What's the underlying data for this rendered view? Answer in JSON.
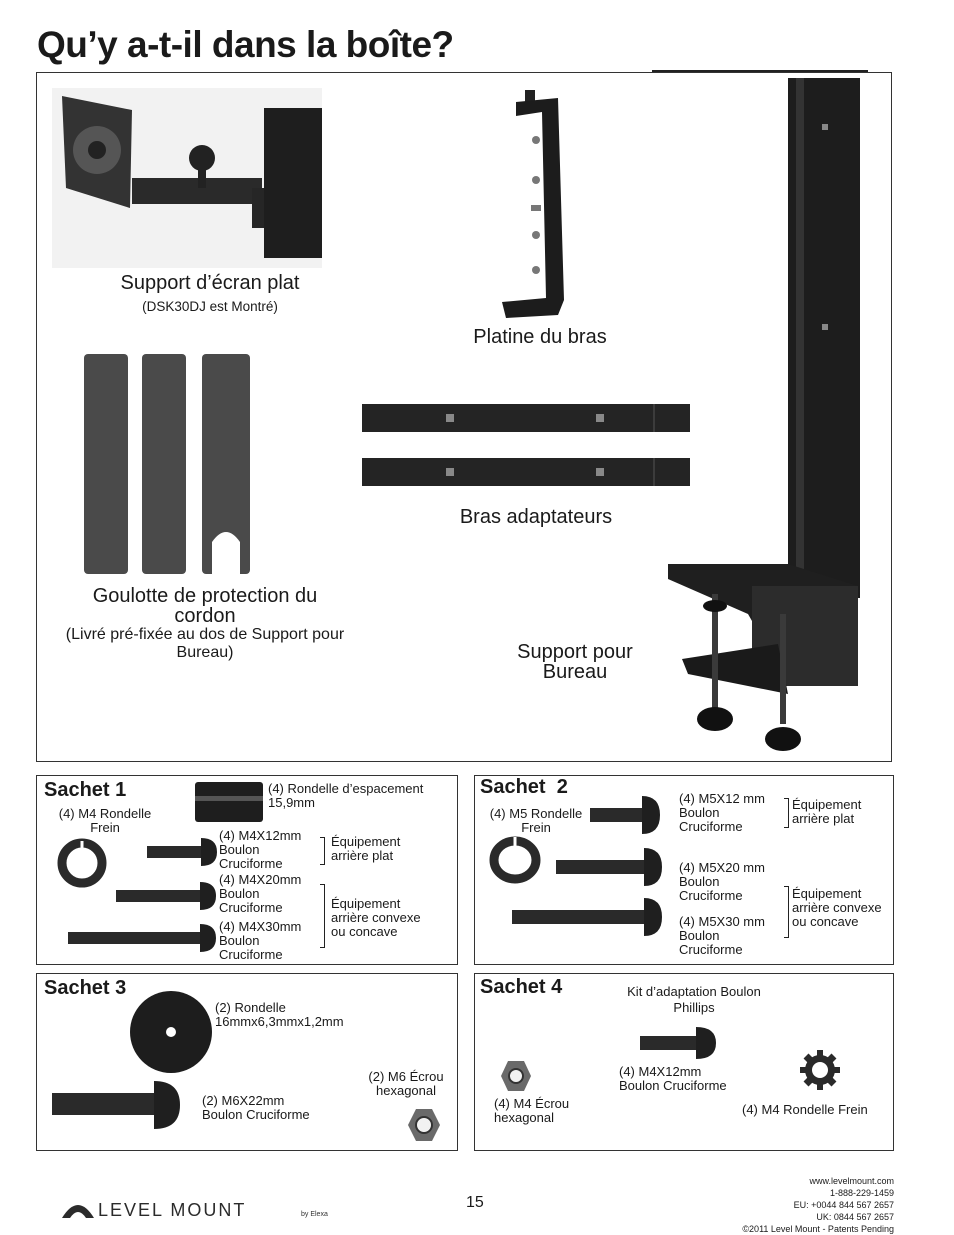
{
  "page": {
    "title": "Qu’y a-t-il dans la boîte?",
    "page_number": "15"
  },
  "main": {
    "flat_mount": {
      "label": "Support d’écran plat",
      "note": "(DSK30DJ est Montré)"
    },
    "arm_plate": {
      "label": "Platine du bras"
    },
    "adapter_arms": {
      "label": "Bras adaptateurs"
    },
    "cord_cover": {
      "label": "Goulotte de protection du cordon",
      "note": "(Livré pré-fixée au dos de Support pour Bureau)"
    },
    "desk_mount": {
      "label": "Support pour Bureau"
    }
  },
  "sachet1": {
    "title": "Sachet 1",
    "spacer": "(4) Rondelle d’espacement 15,9mm",
    "lock_washer": "(4) M4 Rondelle Frein",
    "bolt1": "(4) M4X12mm Boulon Cruciforme",
    "bolt2": "(4) M4X20mm Boulon Cruciforme",
    "bolt3": "(4) M4X30mm Boulon Cruciforme",
    "group_flat": "Équipement arrière plat",
    "group_convex": "Équipement arrière convexe ou concave"
  },
  "sachet2": {
    "title": "Sachet  2",
    "lock_washer": "(4) M5 Rondelle Frein",
    "bolt1": "(4) M5X12 mm Boulon Cruciforme",
    "bolt2": "(4) M5X20 mm Boulon Cruciforme",
    "bolt3": "(4) M5X30 mm Boulon Cruciforme",
    "group_flat": "Équipement arrière plat",
    "group_convex": "Équipement arrière convexe ou concave"
  },
  "sachet3": {
    "title": "Sachet 3",
    "washer": "(2) Rondelle 16mmx6,3mmx1,2mm",
    "bolt": "(2) M6X22mm Boulon Cruciforme",
    "nut": "(2) M6 Écrou hexagonal"
  },
  "sachet4": {
    "title": "Sachet 4",
    "kit": "Kit d’adaptation Boulon Phillips",
    "nut": "(4) M4 Écrou hexagonal",
    "bolt": "(4) M4X12mm Boulon Cruciforme",
    "washer": "(4) M4 Rondelle Frein"
  },
  "footer": {
    "brand": "LEVEL MOUNT",
    "brand_suffix": "by Elexa",
    "website": "www.levelmount.com",
    "phone": "1-888-229-1459",
    "eu": "EU: +0044 844 567 2657",
    "uk": "UK: 0844 567 2657",
    "copyright": "©2011 Level Mount - Patents Pending"
  },
  "icons": {
    "flat_mount": "tv-wall-mount-photo",
    "arm_plate": "arm-plate-photo",
    "adapter_arms": "adapter-bars-photo",
    "cord_cover": "cord-cover-tubes-photo",
    "desk_mount": "desk-clamp-pole-photo",
    "brand_logo": "level-mount-arch-logo"
  },
  "colors": {
    "ink": "#1a1a1a",
    "hardware": "#2b2b2b",
    "tube": "#4a4a4a"
  }
}
